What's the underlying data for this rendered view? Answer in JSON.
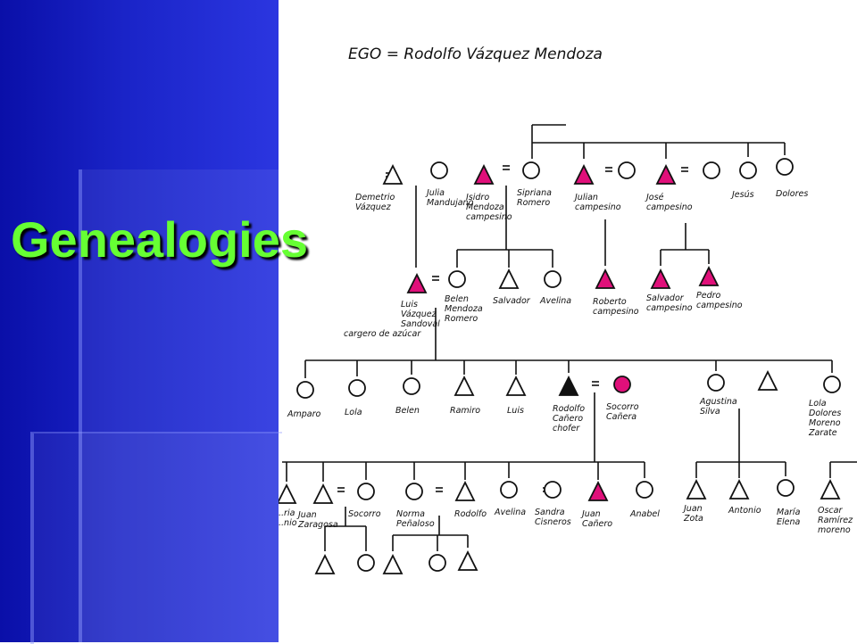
{
  "slide": {
    "title": "Genealogies",
    "title_color": "#66ff33",
    "panel_color": "#1a24c8"
  },
  "diagram": {
    "ego": "EGO = Rodolfo Vázquez Mendoza",
    "highlight_color": "#e0107a",
    "people": [
      {
        "id": "demetrio",
        "sym": "triangle",
        "lines": [
          "Demetrio",
          "Vázquez"
        ]
      },
      {
        "id": "julia",
        "sym": "circle",
        "lines": [
          "Julia",
          "Mandujano"
        ]
      },
      {
        "id": "isidro",
        "sym": "triangle",
        "hl": true,
        "lines": [
          "Isidro",
          "Mendoza",
          "campesino"
        ]
      },
      {
        "id": "sipriana",
        "sym": "circle",
        "lines": [
          "Sipriana",
          "Romero"
        ]
      },
      {
        "id": "julian",
        "sym": "triangle",
        "hl": true,
        "lines": [
          "Julian",
          "campesino"
        ]
      },
      {
        "id": "jwife",
        "sym": "circle",
        "lines": []
      },
      {
        "id": "jose",
        "sym": "triangle",
        "hl": true,
        "lines": [
          "José",
          "campesino"
        ]
      },
      {
        "id": "josewife",
        "sym": "circle",
        "lines": []
      },
      {
        "id": "jesus",
        "sym": "circle",
        "lines": [
          "Jesús"
        ]
      },
      {
        "id": "dolores",
        "sym": "circle",
        "lines": [
          "Dolores"
        ]
      },
      {
        "id": "luis1",
        "sym": "triangle",
        "hl": true,
        "lines": [
          "Luis",
          "Vázquez",
          "Sandoval",
          "cargero de azúcar"
        ]
      },
      {
        "id": "belen1",
        "sym": "circle",
        "lines": [
          "Belen",
          "Mendoza",
          "Romero"
        ]
      },
      {
        "id": "salvador1",
        "sym": "triangle",
        "lines": [
          "Salvador"
        ]
      },
      {
        "id": "avelina1",
        "sym": "circle",
        "lines": [
          "Avelina"
        ]
      },
      {
        "id": "roberto",
        "sym": "triangle",
        "hl": true,
        "lines": [
          "Roberto",
          "campesino"
        ]
      },
      {
        "id": "salvador2",
        "sym": "triangle",
        "hl": true,
        "lines": [
          "Salvador",
          "campesino"
        ]
      },
      {
        "id": "pedro",
        "sym": "triangle",
        "hl": true,
        "lines": [
          "Pedro",
          "campesino"
        ]
      },
      {
        "id": "amparo",
        "sym": "circle",
        "lines": [
          "Amparo"
        ]
      },
      {
        "id": "lola1",
        "sym": "circle",
        "lines": [
          "Lola"
        ]
      },
      {
        "id": "belen2",
        "sym": "circle",
        "lines": [
          "Belen"
        ]
      },
      {
        "id": "ramiro",
        "sym": "triangle",
        "lines": [
          "Ramiro"
        ]
      },
      {
        "id": "luis2",
        "sym": "triangle",
        "lines": [
          "Luis"
        ]
      },
      {
        "id": "rodolfo",
        "sym": "triangle",
        "ego": true,
        "lines": [
          "Rodolfo",
          "Cañero",
          "chofer"
        ]
      },
      {
        "id": "socorro1",
        "sym": "circle",
        "hl": true,
        "lines": [
          "Socorro",
          "Cañera"
        ]
      },
      {
        "id": "agustina",
        "sym": "circle",
        "lines": [
          "Agustina",
          "Silva"
        ]
      },
      {
        "id": "agustinaman",
        "sym": "triangle",
        "lines": []
      },
      {
        "id": "lola2",
        "sym": "circle",
        "lines": [
          "Lola",
          "Dolores",
          "Moreno",
          "Zarate"
        ]
      },
      {
        "id": "ch1",
        "sym": "triangle",
        "lines": [
          "...ria",
          "...nio"
        ]
      },
      {
        "id": "juanz",
        "sym": "triangle",
        "lines": [
          "Juan",
          "Zaragosa"
        ]
      },
      {
        "id": "socorro2",
        "sym": "circle",
        "lines": [
          "Socorro"
        ]
      },
      {
        "id": "norma",
        "sym": "circle",
        "lines": [
          "Norma",
          "Peñaloso"
        ]
      },
      {
        "id": "rodolfo2",
        "sym": "triangle",
        "lines": [
          "Rodolfo"
        ]
      },
      {
        "id": "avelina2",
        "sym": "circle",
        "lines": [
          "Avelina"
        ]
      },
      {
        "id": "sandra",
        "sym": "circle",
        "lines": [
          "Sandra",
          "Cisneros"
        ]
      },
      {
        "id": "juanc",
        "sym": "triangle",
        "hl": true,
        "lines": [
          "Juan",
          "Cañero"
        ]
      },
      {
        "id": "anabel",
        "sym": "circle",
        "lines": [
          "Anabel"
        ]
      },
      {
        "id": "juanzota",
        "sym": "triangle",
        "lines": [
          "Juan",
          "Zota"
        ]
      },
      {
        "id": "antonio",
        "sym": "triangle",
        "lines": [
          "Antonio"
        ]
      },
      {
        "id": "mariaelena",
        "sym": "circle",
        "lines": [
          "María",
          "Elena"
        ]
      },
      {
        "id": "oscar",
        "sym": "triangle",
        "lines": [
          "Oscar",
          "Ramírez",
          "moreno"
        ]
      },
      {
        "id": "gc1",
        "sym": "triangle",
        "lines": []
      },
      {
        "id": "gc2",
        "sym": "circle",
        "lines": []
      },
      {
        "id": "gc3",
        "sym": "triangle",
        "lines": []
      },
      {
        "id": "gc4",
        "sym": "circle",
        "lines": []
      },
      {
        "id": "gc5",
        "sym": "triangle",
        "lines": []
      }
    ]
  }
}
